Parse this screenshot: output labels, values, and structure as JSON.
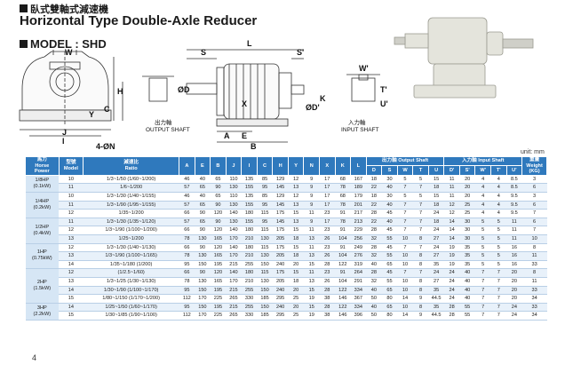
{
  "header": {
    "title_zh": "臥式雙軸式減速機",
    "title_en": "Horizontal Type Double-Axle Reducer",
    "model": "MODEL : SHD"
  },
  "drawing": {
    "labels": {
      "W": "W",
      "H": "H",
      "C": "C",
      "J": "J",
      "I": "I",
      "N": "4-ØN",
      "S": "S",
      "L": "L",
      "S2": "S'",
      "D": "ØD",
      "X": "X",
      "D2": "ØD'",
      "A": "A",
      "E": "E",
      "B": "B",
      "K": "K",
      "Y": "Y",
      "W2": "W'",
      "T2": "T'",
      "U2": "U'"
    },
    "output_zh": "出力軸",
    "output_en": "OUTPUT SHAFT",
    "input_zh": "入力軸",
    "input_en": "INPUT SHAFT"
  },
  "unit": "unit: mm",
  "table": {
    "h1": {
      "power": "馬力\nHorse\nPower",
      "model": "型號\nModel",
      "ratio": "減速比\nRatio",
      "out": "出力軸 Output Shaft",
      "inp": "入力軸 Input Shaft",
      "weight": "重量\nWeight\n(KG)"
    },
    "dims": [
      "A",
      "E",
      "B",
      "J",
      "I",
      "C",
      "H",
      "Y",
      "N",
      "X",
      "K",
      "L"
    ],
    "outcols": [
      "D",
      "S",
      "W",
      "T",
      "U"
    ],
    "incols": [
      "D'",
      "S'",
      "W'",
      "T'",
      "U'"
    ],
    "groups": [
      {
        "power": "1/8HP\n(0.1kW)",
        "rows": [
          [
            "10",
            "1/3~1/50 (1/60~1/200)",
            "46",
            "40",
            "65",
            "110",
            "135",
            "85",
            "129",
            "12",
            "9",
            "17",
            "68",
            "167",
            "18",
            "30",
            "5",
            "5",
            "15",
            "11",
            "20",
            "4",
            "4",
            "8.5",
            "3"
          ],
          [
            "11",
            "1/6~1/200",
            "57",
            "65",
            "90",
            "130",
            "155",
            "95",
            "145",
            "13",
            "9",
            "17",
            "78",
            "189",
            "22",
            "40",
            "7",
            "7",
            "18",
            "11",
            "20",
            "4",
            "4",
            "8.5",
            "6"
          ]
        ]
      },
      {
        "power": "1/4HP\n(0.2kW)",
        "rows": [
          [
            "10",
            "1/3~1/30 (1/40~1/155)",
            "46",
            "40",
            "65",
            "110",
            "135",
            "85",
            "129",
            "12",
            "9",
            "17",
            "68",
            "179",
            "18",
            "30",
            "5",
            "5",
            "15",
            "11",
            "20",
            "4",
            "4",
            "9.5",
            "3"
          ],
          [
            "11",
            "1/3~1/90 (1/95~1/155)",
            "57",
            "65",
            "90",
            "130",
            "155",
            "95",
            "145",
            "13",
            "9",
            "17",
            "78",
            "201",
            "22",
            "40",
            "7",
            "7",
            "18",
            "12",
            "25",
            "4",
            "4",
            "9.5",
            "6"
          ],
          [
            "12",
            "1/35~1/200",
            "66",
            "90",
            "120",
            "140",
            "180",
            "115",
            "175",
            "15",
            "11",
            "23",
            "91",
            "217",
            "28",
            "45",
            "7",
            "7",
            "24",
            "12",
            "25",
            "4",
            "4",
            "9.5",
            "7"
          ]
        ]
      },
      {
        "power": "1/2HP\n(0.4kW)",
        "rows": [
          [
            "11",
            "1/3~1/30 (1/35~1/120)",
            "57",
            "65",
            "90",
            "130",
            "155",
            "95",
            "145",
            "13",
            "9",
            "17",
            "78",
            "213",
            "22",
            "40",
            "7",
            "7",
            "18",
            "14",
            "30",
            "5",
            "5",
            "11",
            "6"
          ],
          [
            "12",
            "1/3~1/90 (1/100~1/200)",
            "66",
            "90",
            "120",
            "140",
            "180",
            "115",
            "175",
            "15",
            "11",
            "23",
            "91",
            "229",
            "28",
            "45",
            "7",
            "7",
            "24",
            "14",
            "30",
            "5",
            "5",
            "11",
            "7"
          ],
          [
            "13",
            "1/25~1/200",
            "78",
            "130",
            "165",
            "170",
            "210",
            "130",
            "205",
            "18",
            "13",
            "26",
            "104",
            "256",
            "32",
            "55",
            "10",
            "8",
            "27",
            "14",
            "30",
            "5",
            "5",
            "11",
            "10"
          ]
        ]
      },
      {
        "power": "1HP\n(0.75kW)",
        "rows": [
          [
            "12",
            "1/3~1/30 (1/40~1/130)",
            "66",
            "90",
            "120",
            "140",
            "180",
            "115",
            "175",
            "15",
            "11",
            "23",
            "91",
            "249",
            "28",
            "45",
            "7",
            "7",
            "24",
            "19",
            "35",
            "5",
            "5",
            "16",
            "8"
          ],
          [
            "13",
            "1/3~1/90 (1/100~1/165)",
            "78",
            "130",
            "165",
            "170",
            "210",
            "130",
            "205",
            "18",
            "13",
            "26",
            "104",
            "276",
            "32",
            "55",
            "10",
            "8",
            "27",
            "19",
            "35",
            "5",
            "5",
            "16",
            "11"
          ],
          [
            "14",
            "1/35~1/180 (1/200)",
            "95",
            "150",
            "195",
            "215",
            "255",
            "150",
            "240",
            "20",
            "15",
            "28",
            "122",
            "319",
            "40",
            "65",
            "10",
            "8",
            "35",
            "19",
            "35",
            "5",
            "5",
            "16",
            "33"
          ]
        ]
      },
      {
        "power": "2HP\n(1.5kW)",
        "rows": [
          [
            "12",
            "(1/2.5~1/60)",
            "66",
            "90",
            "120",
            "140",
            "180",
            "115",
            "175",
            "15",
            "11",
            "23",
            "91",
            "264",
            "28",
            "45",
            "7",
            "7",
            "24",
            "24",
            "40",
            "7",
            "7",
            "20",
            "8"
          ],
          [
            "13",
            "1/3~1/25 (1/30~1/130)",
            "78",
            "130",
            "165",
            "170",
            "210",
            "130",
            "205",
            "18",
            "13",
            "26",
            "104",
            "291",
            "32",
            "55",
            "10",
            "8",
            "27",
            "24",
            "40",
            "7",
            "7",
            "20",
            "11"
          ],
          [
            "14",
            "1/30~1/90 (1/100~1/170)",
            "95",
            "150",
            "195",
            "215",
            "255",
            "150",
            "240",
            "20",
            "15",
            "28",
            "122",
            "334",
            "40",
            "65",
            "10",
            "8",
            "35",
            "24",
            "40",
            "7",
            "7",
            "20",
            "33"
          ],
          [
            "15",
            "1/80~1/150 (1/170~1/200)",
            "112",
            "170",
            "225",
            "265",
            "330",
            "185",
            "295",
            "25",
            "19",
            "38",
            "146",
            "367",
            "50",
            "80",
            "14",
            "9",
            "44.5",
            "24",
            "40",
            "7",
            "7",
            "20",
            "34"
          ]
        ]
      },
      {
        "power": "3HP\n(2.2kW)",
        "rows": [
          [
            "14",
            "1/25~1/50 (1/60~1/170)",
            "95",
            "150",
            "195",
            "215",
            "255",
            "150",
            "240",
            "20",
            "15",
            "28",
            "122",
            "334",
            "40",
            "65",
            "10",
            "8",
            "35",
            "28",
            "55",
            "7",
            "7",
            "24",
            "33"
          ],
          [
            "15",
            "1/30~1/85 (1/90~1/100)",
            "112",
            "170",
            "225",
            "265",
            "330",
            "185",
            "295",
            "25",
            "19",
            "38",
            "146",
            "396",
            "50",
            "80",
            "14",
            "9",
            "44.5",
            "28",
            "55",
            "7",
            "7",
            "24",
            "34"
          ]
        ]
      }
    ]
  },
  "page_number": "4"
}
